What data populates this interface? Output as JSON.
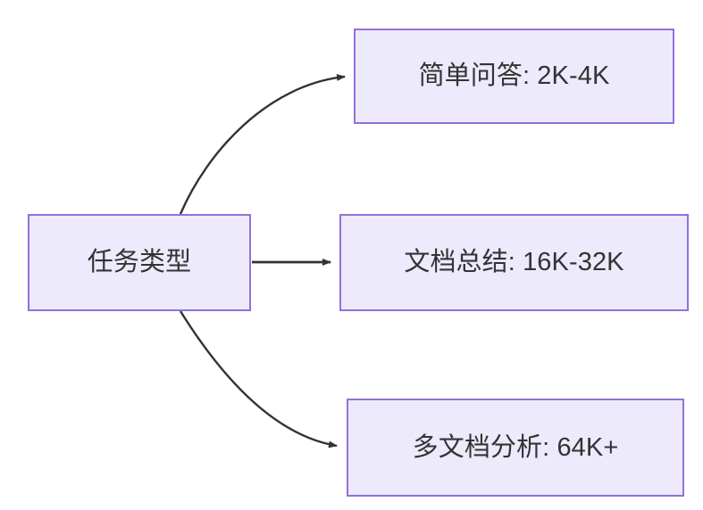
{
  "diagram": {
    "type": "flowchart",
    "direction": "left-to-right",
    "title": "",
    "theme": {
      "background": "#ffffff",
      "node_fill": "#ECEAFB",
      "node_border": "#9370DB",
      "node_text": "#333333",
      "edge_stroke": "#333333"
    },
    "nodes": [
      {
        "id": "root",
        "label": "任务类型",
        "role": "source"
      },
      {
        "id": "simple-qa",
        "label": "简单问答: 2K-4K",
        "role": "target"
      },
      {
        "id": "doc-summary",
        "label": "文档总结: 16K-32K",
        "role": "target"
      },
      {
        "id": "multi-doc",
        "label": "多文档分析: 64K+",
        "role": "target"
      }
    ],
    "edges": [
      {
        "id": "edge-root-simple-qa",
        "from": "root",
        "to": "simple-qa",
        "label": "",
        "shape": "curved",
        "arrowhead": "filled-triangle"
      },
      {
        "id": "edge-root-doc-summary",
        "from": "root",
        "to": "doc-summary",
        "label": "",
        "shape": "straight",
        "arrowhead": "filled-triangle"
      },
      {
        "id": "edge-root-multi-doc",
        "from": "root",
        "to": "multi-doc",
        "label": "",
        "shape": "curved",
        "arrowhead": "filled-triangle"
      }
    ]
  }
}
